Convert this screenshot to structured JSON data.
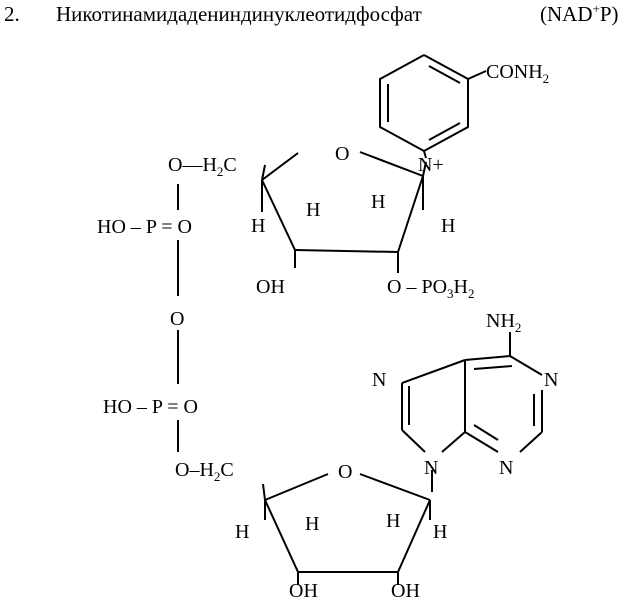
{
  "heading": {
    "number": "2.",
    "name": "Никотинамидадениндинуклеотидфосфат",
    "abbr_open": "(NAD",
    "abbr_sup": "+",
    "abbr_close": "P)"
  },
  "labels": {
    "conh2": "CONH",
    "sub2": "2",
    "n_plus": "N+",
    "ring_o": "O",
    "o_h2c": "O—H",
    "c": "C",
    "h": "H",
    "oh": "OH",
    "o_po3h2_a": "O – PO",
    "sub3": "3",
    "h2": "H",
    "ho_p_o": "HO – P = O",
    "bridge_o": "O",
    "nh2": "NH",
    "n": "N",
    "o_dash_h2c": "O–H"
  }
}
